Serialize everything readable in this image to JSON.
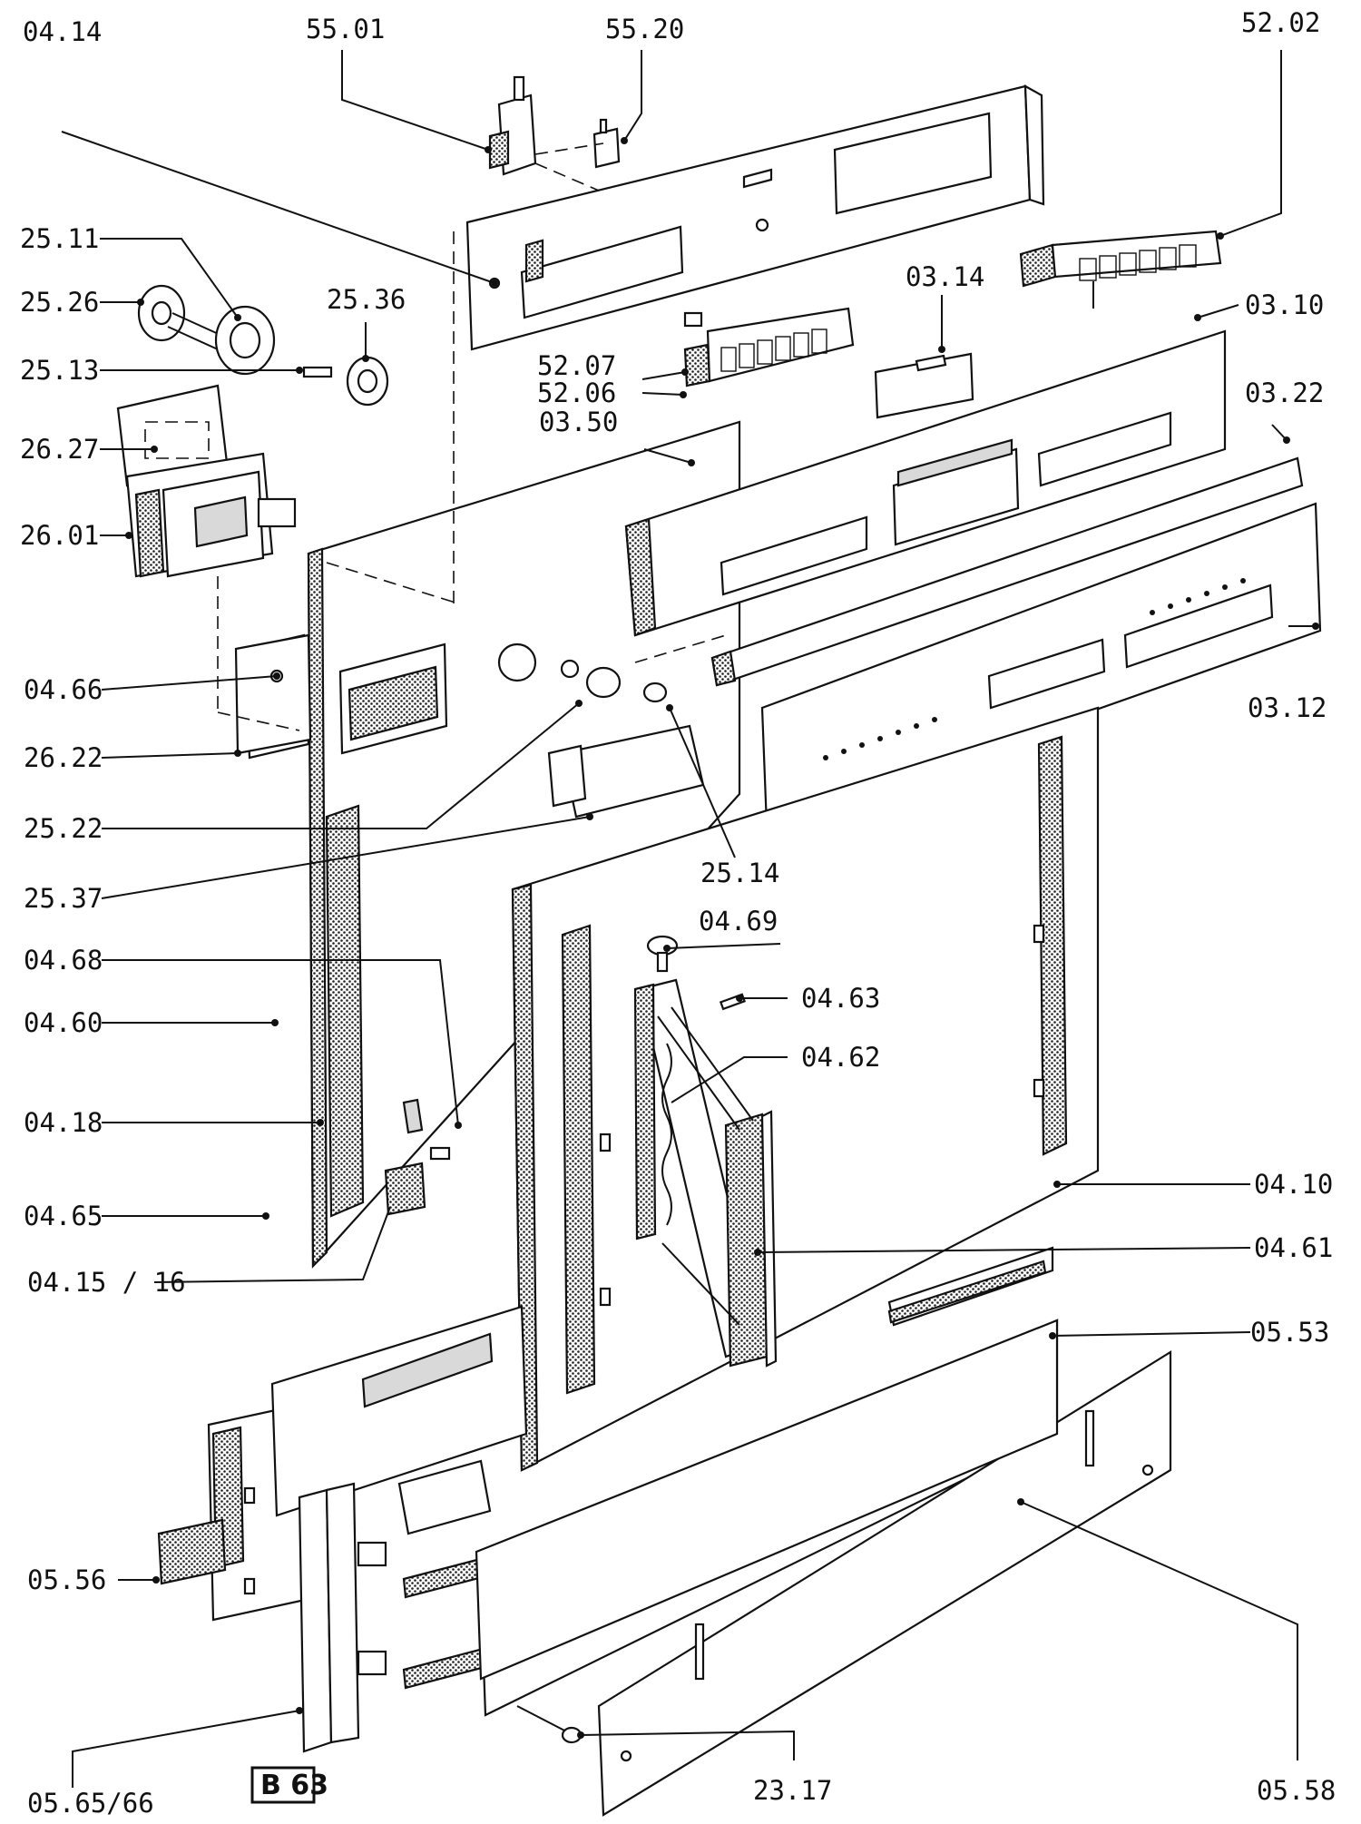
{
  "diagram": {
    "badge": "B 63",
    "labels": {
      "l0414": "04.14",
      "l5501": "55.01",
      "l5520": "55.20",
      "l5202": "52.02",
      "l2511": "25.11",
      "l2526": "25.26",
      "l2536": "25.36",
      "l2513": "25.13",
      "l2627": "26.27",
      "l2601": "26.01",
      "l0314": "03.14",
      "l0310": "03.10",
      "l5207": "52.07",
      "l5206": "52.06",
      "l0350": "03.50",
      "l0322": "03.22",
      "l0466": "04.66",
      "l2622": "26.22",
      "l0312": "03.12",
      "l2522": "25.22",
      "l2514": "25.14",
      "l2537": "25.37",
      "l0469": "04.69",
      "l0468": "04.68",
      "l0463": "04.63",
      "l0460": "04.60",
      "l0462": "04.62",
      "l0418": "04.18",
      "l0410": "04.10",
      "l0465": "04.65",
      "l0461": "04.61",
      "l041516": "04.15 / 16",
      "l0553": "05.53",
      "l0556": "05.56",
      "l056566": "05.65/66",
      "l2317": "23.17",
      "l0558": "05.58"
    }
  }
}
